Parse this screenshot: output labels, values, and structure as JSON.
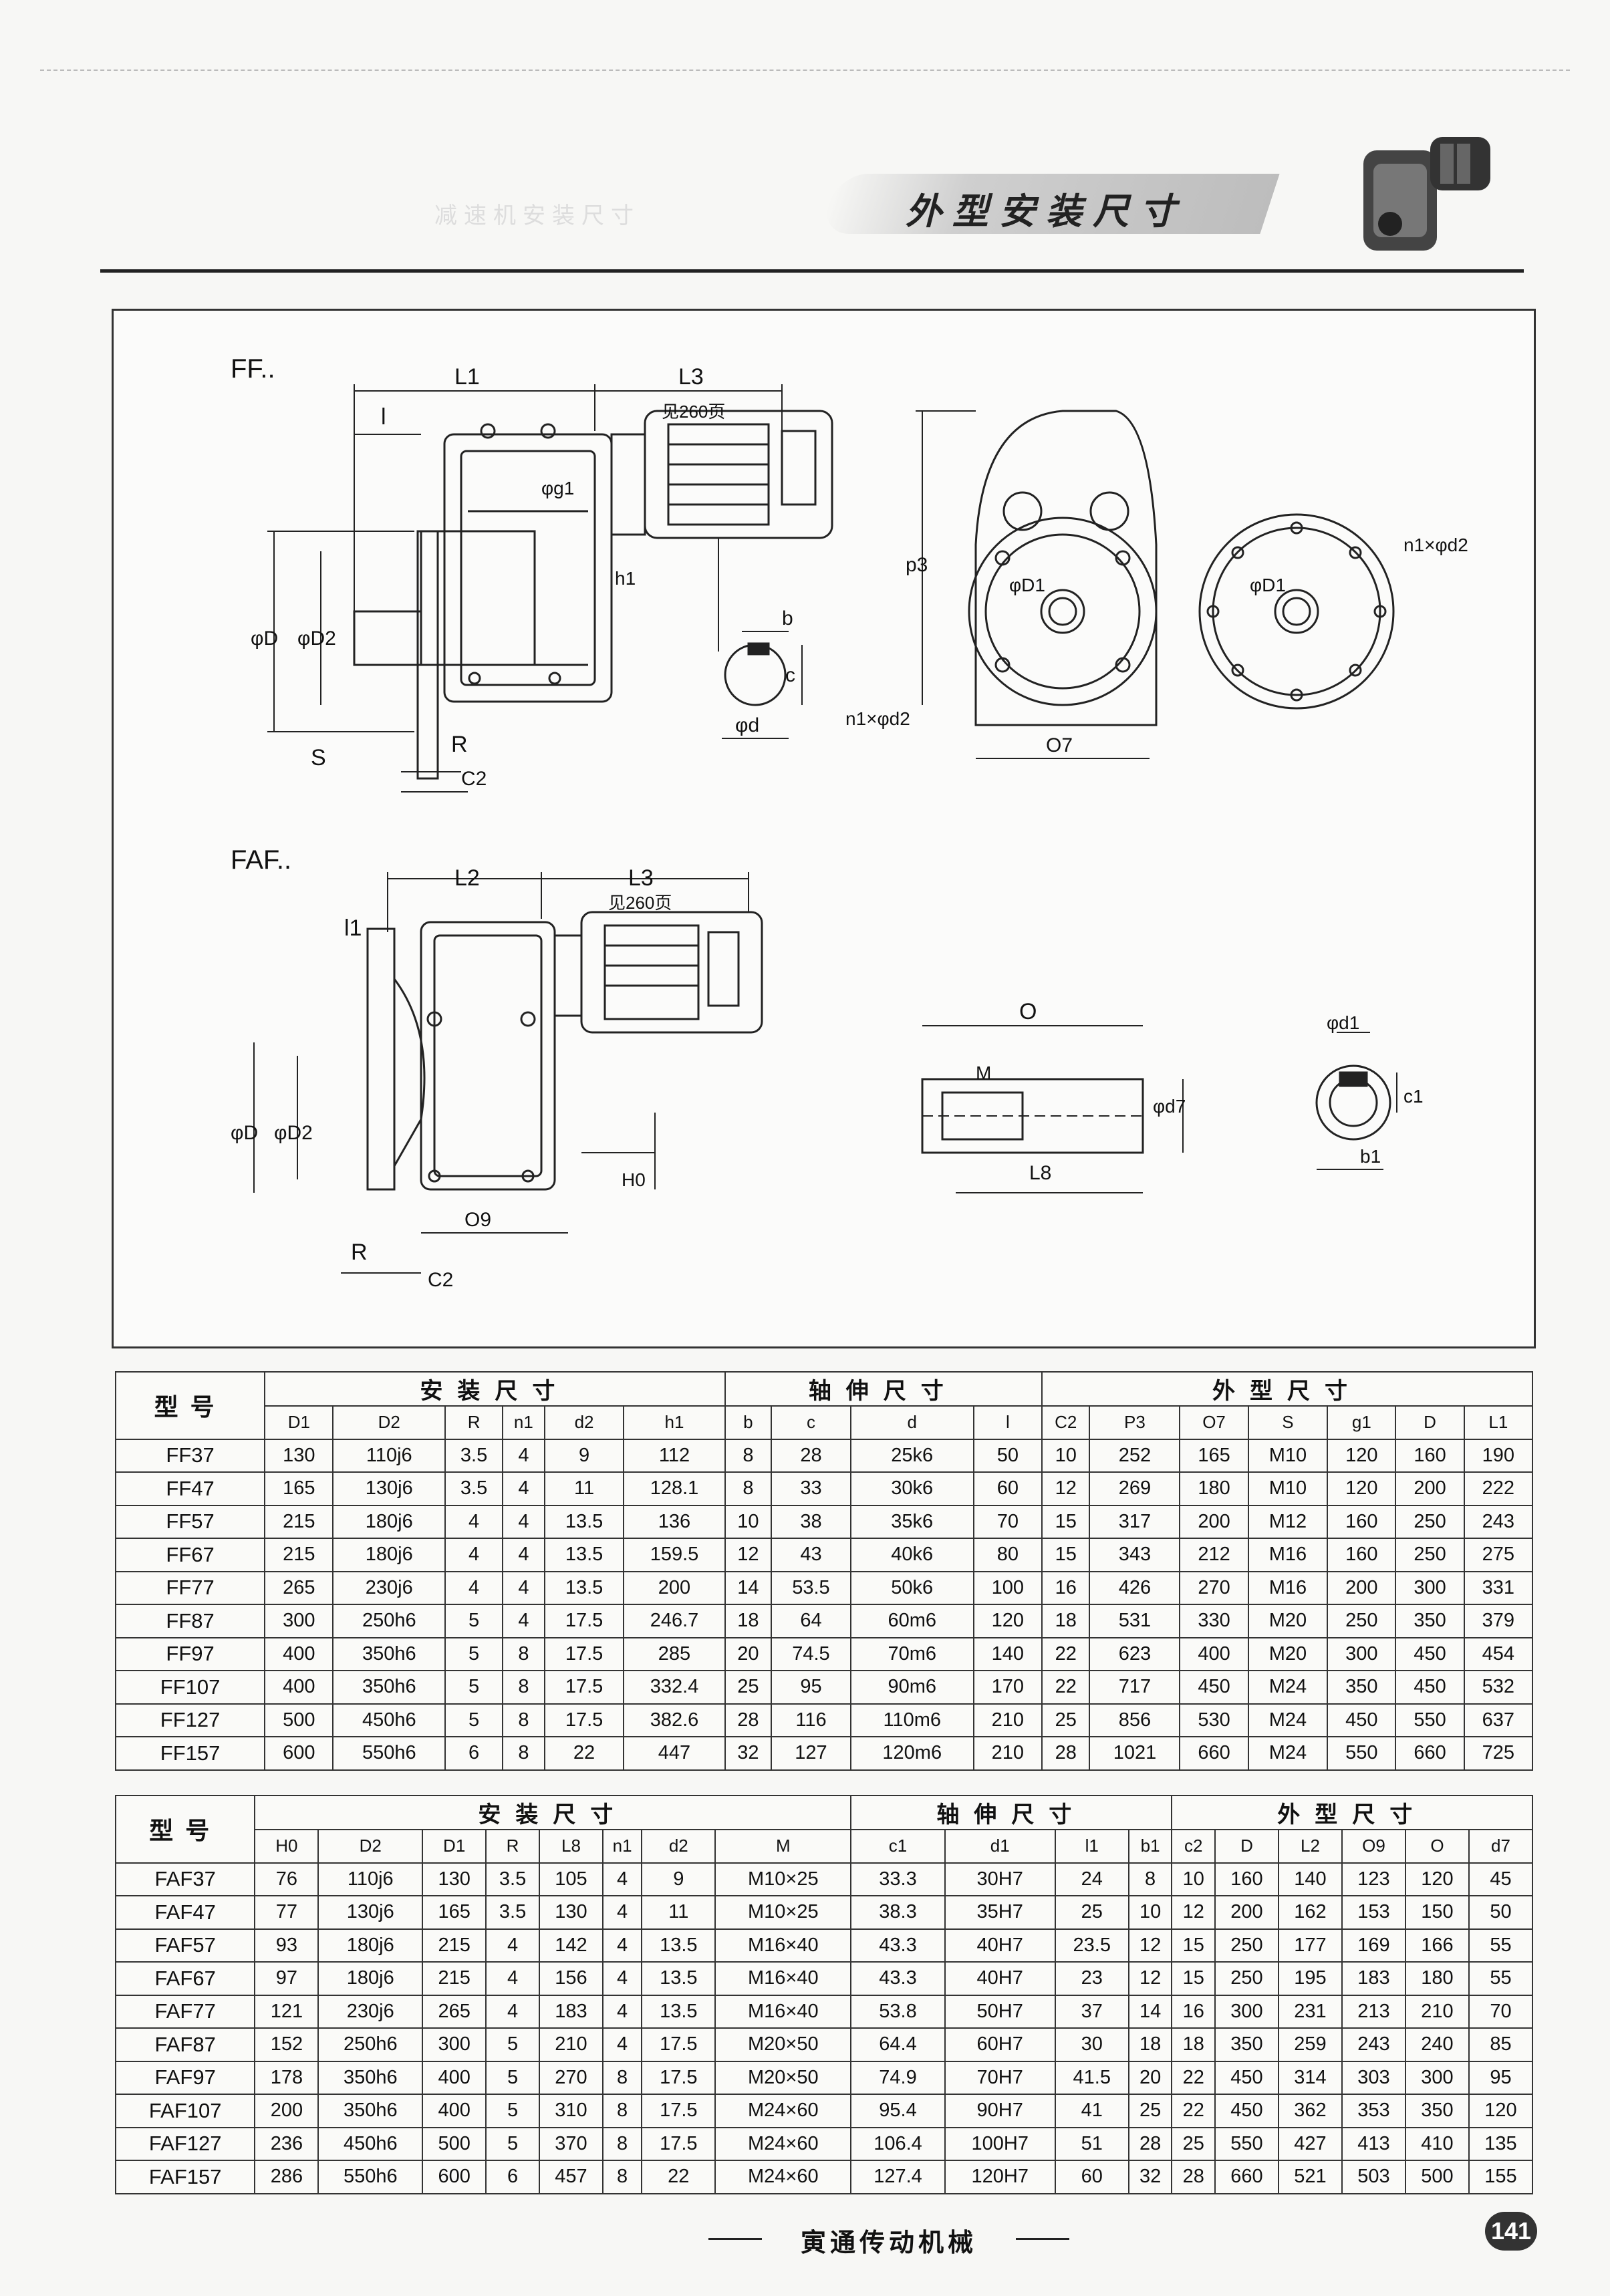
{
  "header": {
    "title": "外型安装尺寸",
    "faint_title": "减速机安装尺寸"
  },
  "drawing": {
    "ff_label": "FF..",
    "faf_label": "FAF..",
    "dims": {
      "L1": "L1",
      "L2": "L2",
      "L3": "L3",
      "see_page": "见260页",
      "l": "l",
      "l1": "l1",
      "phi_g1": "φg1",
      "h1": "h1",
      "phi_D": "φD",
      "phi_D2": "φD2",
      "S": "S",
      "R": "R",
      "C2": "C2",
      "b": "b",
      "c": "c",
      "phi_d": "φd",
      "p3": "p3",
      "phi_D1": "φD1",
      "n1xphi_d2": "n1×φd2",
      "O7": "O7",
      "O9": "O9",
      "O": "O",
      "M": "M",
      "phi_d7": "φd7",
      "L8": "L8",
      "phi_d1": "φd1",
      "c1": "c1",
      "b1": "b1",
      "H0": "H0"
    }
  },
  "table1": {
    "model_header": "型号",
    "groups": [
      "安装尺寸",
      "轴伸尺寸",
      "外型尺寸"
    ],
    "columns": [
      "D1",
      "D2",
      "R",
      "n1",
      "d2",
      "h1",
      "b",
      "c",
      "d",
      "l",
      "C2",
      "P3",
      "O7",
      "S",
      "g1",
      "D",
      "L1"
    ],
    "rows": [
      [
        "FF37",
        "130",
        "110j6",
        "3.5",
        "4",
        "9",
        "112",
        "8",
        "28",
        "25k6",
        "50",
        "10",
        "252",
        "165",
        "M10",
        "120",
        "160",
        "190"
      ],
      [
        "FF47",
        "165",
        "130j6",
        "3.5",
        "4",
        "11",
        "128.1",
        "8",
        "33",
        "30k6",
        "60",
        "12",
        "269",
        "180",
        "M10",
        "120",
        "200",
        "222"
      ],
      [
        "FF57",
        "215",
        "180j6",
        "4",
        "4",
        "13.5",
        "136",
        "10",
        "38",
        "35k6",
        "70",
        "15",
        "317",
        "200",
        "M12",
        "160",
        "250",
        "243"
      ],
      [
        "FF67",
        "215",
        "180j6",
        "4",
        "4",
        "13.5",
        "159.5",
        "12",
        "43",
        "40k6",
        "80",
        "15",
        "343",
        "212",
        "M16",
        "160",
        "250",
        "275"
      ],
      [
        "FF77",
        "265",
        "230j6",
        "4",
        "4",
        "13.5",
        "200",
        "14",
        "53.5",
        "50k6",
        "100",
        "16",
        "426",
        "270",
        "M16",
        "200",
        "300",
        "331"
      ],
      [
        "FF87",
        "300",
        "250h6",
        "5",
        "4",
        "17.5",
        "246.7",
        "18",
        "64",
        "60m6",
        "120",
        "18",
        "531",
        "330",
        "M20",
        "250",
        "350",
        "379"
      ],
      [
        "FF97",
        "400",
        "350h6",
        "5",
        "8",
        "17.5",
        "285",
        "20",
        "74.5",
        "70m6",
        "140",
        "22",
        "623",
        "400",
        "M20",
        "300",
        "450",
        "454"
      ],
      [
        "FF107",
        "400",
        "350h6",
        "5",
        "8",
        "17.5",
        "332.4",
        "25",
        "95",
        "90m6",
        "170",
        "22",
        "717",
        "450",
        "M24",
        "350",
        "450",
        "532"
      ],
      [
        "FF127",
        "500",
        "450h6",
        "5",
        "8",
        "17.5",
        "382.6",
        "28",
        "116",
        "110m6",
        "210",
        "25",
        "856",
        "530",
        "M24",
        "450",
        "550",
        "637"
      ],
      [
        "FF157",
        "600",
        "550h6",
        "6",
        "8",
        "22",
        "447",
        "32",
        "127",
        "120m6",
        "210",
        "28",
        "1021",
        "660",
        "M24",
        "550",
        "660",
        "725"
      ]
    ]
  },
  "table2": {
    "model_header": "型号",
    "groups": [
      "安装尺寸",
      "轴伸尺寸",
      "外型尺寸"
    ],
    "columns": [
      "H0",
      "D2",
      "D1",
      "R",
      "L8",
      "n1",
      "d2",
      "M",
      "c1",
      "d1",
      "l1",
      "b1",
      "c2",
      "D",
      "L2",
      "O9",
      "O",
      "d7"
    ],
    "rows": [
      [
        "FAF37",
        "76",
        "110j6",
        "130",
        "3.5",
        "105",
        "4",
        "9",
        "M10×25",
        "33.3",
        "30H7",
        "24",
        "8",
        "10",
        "160",
        "140",
        "123",
        "120",
        "45"
      ],
      [
        "FAF47",
        "77",
        "130j6",
        "165",
        "3.5",
        "130",
        "4",
        "11",
        "M10×25",
        "38.3",
        "35H7",
        "25",
        "10",
        "12",
        "200",
        "162",
        "153",
        "150",
        "50"
      ],
      [
        "FAF57",
        "93",
        "180j6",
        "215",
        "4",
        "142",
        "4",
        "13.5",
        "M16×40",
        "43.3",
        "40H7",
        "23.5",
        "12",
        "15",
        "250",
        "177",
        "169",
        "166",
        "55"
      ],
      [
        "FAF67",
        "97",
        "180j6",
        "215",
        "4",
        "156",
        "4",
        "13.5",
        "M16×40",
        "43.3",
        "40H7",
        "23",
        "12",
        "15",
        "250",
        "195",
        "183",
        "180",
        "55"
      ],
      [
        "FAF77",
        "121",
        "230j6",
        "265",
        "4",
        "183",
        "4",
        "13.5",
        "M16×40",
        "53.8",
        "50H7",
        "37",
        "14",
        "16",
        "300",
        "231",
        "213",
        "210",
        "70"
      ],
      [
        "FAF87",
        "152",
        "250h6",
        "300",
        "5",
        "210",
        "4",
        "17.5",
        "M20×50",
        "64.4",
        "60H7",
        "30",
        "18",
        "18",
        "350",
        "259",
        "243",
        "240",
        "85"
      ],
      [
        "FAF97",
        "178",
        "350h6",
        "400",
        "5",
        "270",
        "8",
        "17.5",
        "M20×50",
        "74.9",
        "70H7",
        "41.5",
        "20",
        "22",
        "450",
        "314",
        "303",
        "300",
        "95"
      ],
      [
        "FAF107",
        "200",
        "350h6",
        "400",
        "5",
        "310",
        "8",
        "17.5",
        "M24×60",
        "95.4",
        "90H7",
        "41",
        "25",
        "22",
        "450",
        "362",
        "353",
        "350",
        "120"
      ],
      [
        "FAF127",
        "236",
        "450h6",
        "500",
        "5",
        "370",
        "8",
        "17.5",
        "M24×60",
        "106.4",
        "100H7",
        "51",
        "28",
        "25",
        "550",
        "427",
        "413",
        "410",
        "135"
      ],
      [
        "FAF157",
        "286",
        "550h6",
        "600",
        "6",
        "457",
        "8",
        "22",
        "M24×60",
        "127.4",
        "120H7",
        "60",
        "32",
        "28",
        "660",
        "521",
        "503",
        "500",
        "155"
      ]
    ]
  },
  "footer": {
    "company": "寅通传动机械",
    "page": "141"
  }
}
